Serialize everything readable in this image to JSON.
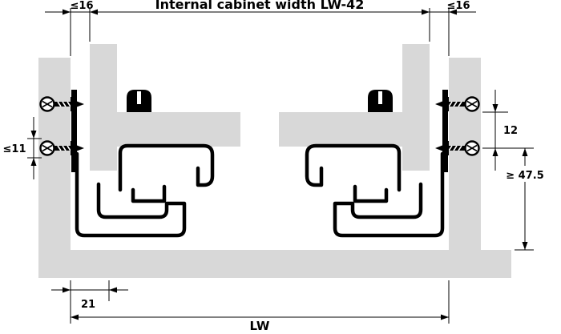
{
  "labels": {
    "internal_width_title": "Internal cabinet width LW-42",
    "left_clearance": "≤16",
    "right_clearance": "≤16",
    "side_gap": "≤11",
    "screw_offset": "12",
    "min_installation_height": "≥ 47.5",
    "front_setback": "21",
    "cabinet_width": "LW"
  },
  "colors": {
    "panel": "#d8d8d8",
    "line": "#000000",
    "background": "#ffffff"
  }
}
